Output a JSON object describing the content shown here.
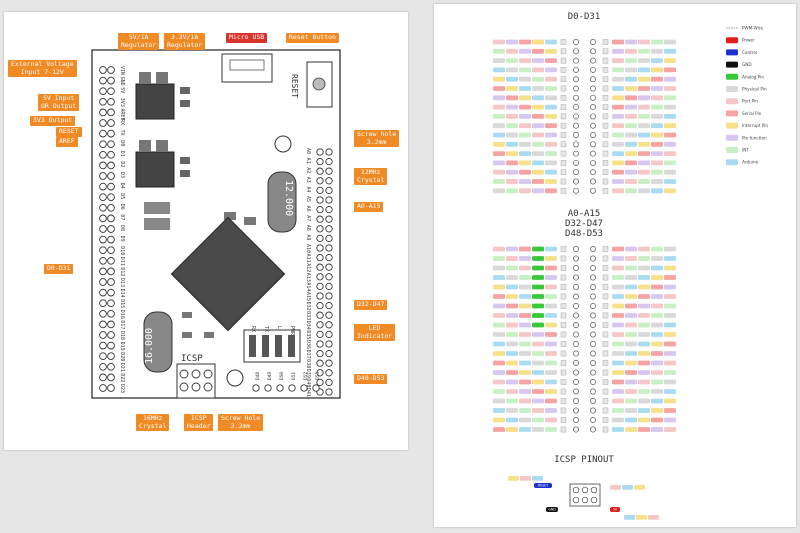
{
  "left_page": {
    "labels": {
      "ext_voltage": "External Voltage\nInput 7-12V",
      "v5_reg": "5V/1A\nRegulator",
      "v33_reg": "3.3V/1A\nRegulator",
      "micro_usb": "Micro USB",
      "reset_button": "Reset Button",
      "v5_io": "5V Input\nOR Output",
      "v33_out": "3V3 Output",
      "reset": "RESET",
      "aref": "AREF",
      "screw_hole_top": "Screw hole\n3.2mm",
      "crystal_12": "12MHz\nCrystal",
      "a0_a15": "A0-A15",
      "d0_d31": "D0-D31",
      "d32_d47": "D32-D47",
      "led": "LED\nIndicator",
      "d48_d53": "D48-D53",
      "crystal_16": "16MHz\nCrystal",
      "icsp_header": "ICSP\nHeader",
      "screw_hole_bottom": "Screw Hole\n3.2mm"
    },
    "board": {
      "crystal_top_text": "12.000",
      "crystal_bottom_text": "16.000",
      "icsp_text": "ICSP",
      "reset_text": "RESET",
      "left_pins": [
        "VIN",
        "GND",
        "5V",
        "3V3",
        "AREF",
        "RX",
        "TX",
        "D0",
        "D1",
        "D2",
        "D3",
        "D4",
        "D5",
        "D6",
        "D7",
        "D8",
        "D9",
        "D10",
        "D11",
        "D12",
        "D13",
        "D14",
        "D15",
        "D16",
        "D17",
        "D18",
        "D19",
        "D20",
        "D21",
        "D22",
        "D23"
      ],
      "right_pins": [
        "A0",
        "A1",
        "A2",
        "A3",
        "A4",
        "A5",
        "A6",
        "A7",
        "A8",
        "A9",
        "A10",
        "A11",
        "A12",
        "A13",
        "A14",
        "A15",
        "D32",
        "D33",
        "D34",
        "D35",
        "D36",
        "D37",
        "D38",
        "D39",
        "D40",
        "D41"
      ],
      "led_labels": [
        "RX",
        "TX",
        "L",
        "PWR"
      ],
      "bottom_pins": [
        "D48",
        "D49",
        "D50",
        "D51",
        "D52",
        "D53"
      ]
    }
  },
  "right_page": {
    "title_digital": "D0-D31",
    "title_analog_1": "A0-A15",
    "title_analog_2": "D32-D47",
    "title_analog_3": "D48-D53",
    "title_icsp": "ICSP PINOUT",
    "icsp_reset": "RESET",
    "icsp_gnd": "GND",
    "icsp_5v": "5V",
    "legend": [
      {
        "label": "PWM-Wire",
        "color": "#ffffff"
      },
      {
        "label": "Power",
        "color": "#e21b1b"
      },
      {
        "label": "Control",
        "color": "#1c2fd1"
      },
      {
        "label": "GND",
        "color": "#111111"
      },
      {
        "label": "Analog Pin",
        "color": "#38c93a"
      },
      {
        "label": "Physical Pin",
        "color": "#d9d9d9"
      },
      {
        "label": "Port Pin",
        "color": "#f6c7c7"
      },
      {
        "label": "Serial Pin",
        "color": "#f5a3a3"
      },
      {
        "label": "Interrupt Pin",
        "color": "#f7e08a"
      },
      {
        "label": "Pin function",
        "color": "#d8c7ef"
      },
      {
        "label": "INT",
        "color": "#c9f0c4"
      },
      {
        "label": "Arduino",
        "color": "#a9dcf2"
      }
    ]
  }
}
